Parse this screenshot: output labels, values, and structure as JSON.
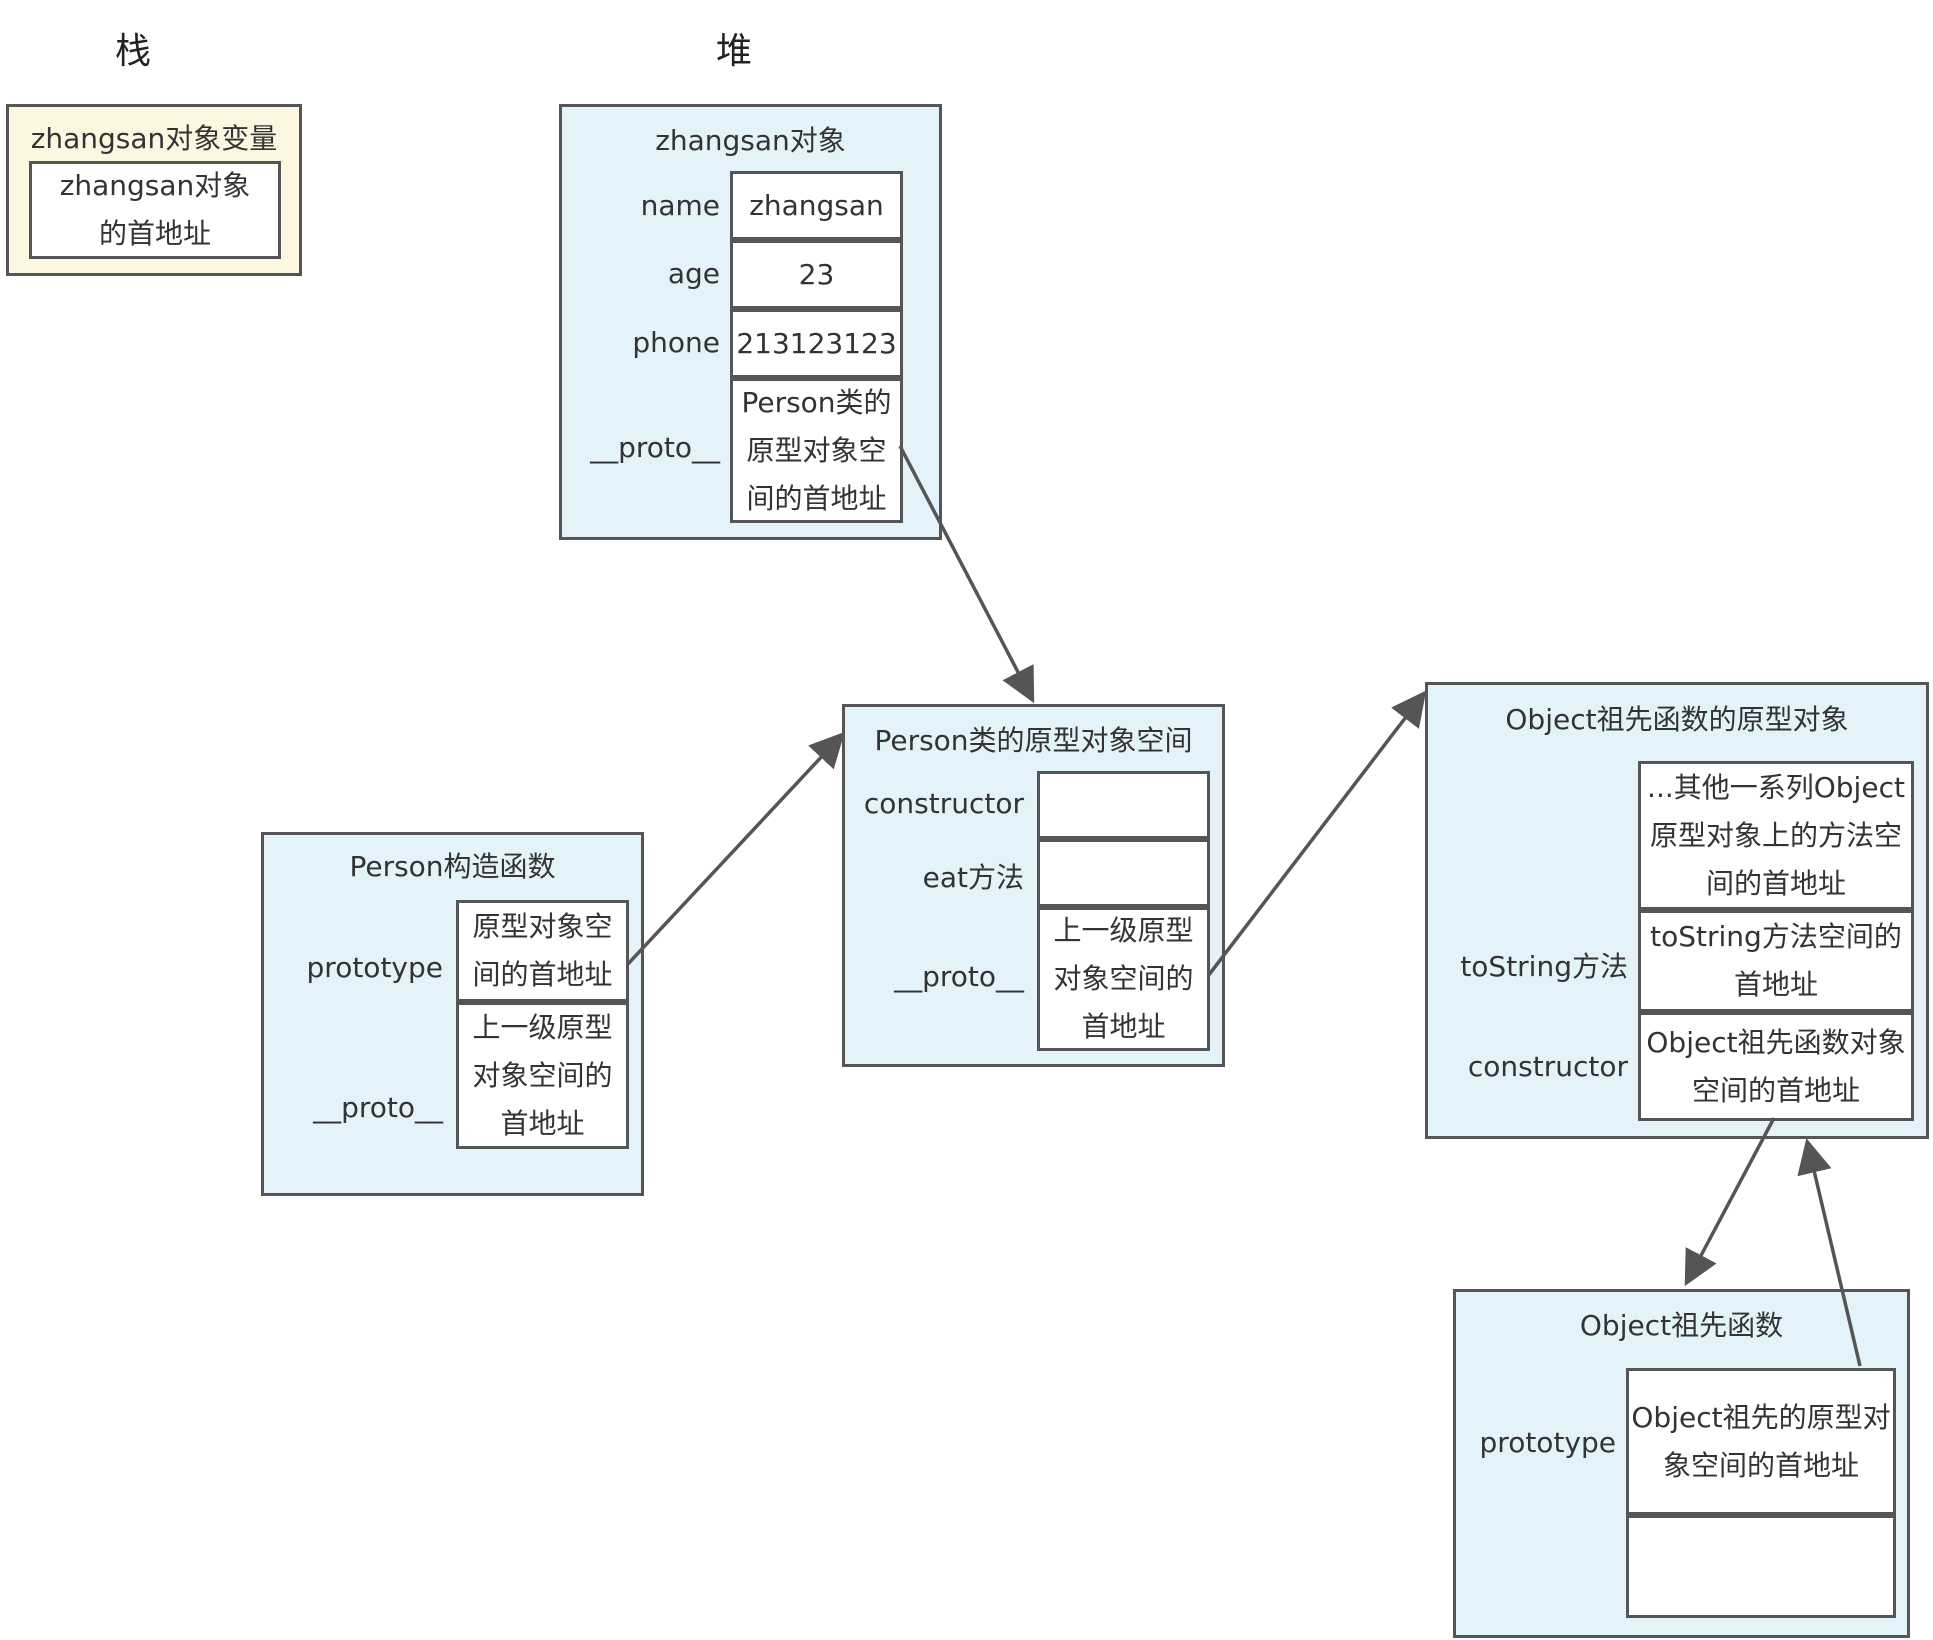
{
  "sections": {
    "stack_label": "栈",
    "heap_label": "堆"
  },
  "stack_var": {
    "title": "zhangsan对象变量",
    "value": "zhangsan对象\n的首地址"
  },
  "zhangsan_obj": {
    "title": "zhangsan对象",
    "fields": [
      {
        "label": "name",
        "value": "zhangsan"
      },
      {
        "label": "age",
        "value": "23"
      },
      {
        "label": "phone",
        "value": "213123123"
      },
      {
        "label": "__proto__",
        "value": "Person类的\n原型对象空\n间的首地址"
      }
    ]
  },
  "person_ctor": {
    "title": "Person构造函数",
    "fields": [
      {
        "label": "prototype",
        "value": "原型对象空\n间的首地址"
      },
      {
        "label": "__proto__",
        "value": "上一级原型\n对象空间的\n首地址"
      }
    ]
  },
  "person_proto": {
    "title": "Person类的原型对象空间",
    "fields": [
      {
        "label": "constructor",
        "value": ""
      },
      {
        "label": "eat方法",
        "value": ""
      },
      {
        "label": "__proto__",
        "value": "上一级原型\n对象空间的\n首地址"
      }
    ]
  },
  "object_proto": {
    "title": "Object祖先函数的原型对象",
    "fields": [
      {
        "label": "",
        "value": "...其他一系列Object\n原型对象上的方法空\n间的首地址"
      },
      {
        "label": "toString方法",
        "value": "toString方法空间的\n首地址"
      },
      {
        "label": "constructor",
        "value": "Object祖先函数对象\n空间的首地址"
      }
    ]
  },
  "object_ctor": {
    "title": "Object祖先函数",
    "fields": [
      {
        "label": "prototype",
        "value": "Object祖先的原型对\n象空间的首地址"
      },
      {
        "label": "",
        "value": ""
      }
    ]
  },
  "colors": {
    "heap_fill": "#e4f3fa",
    "stack_fill": "#fdf6e1",
    "border": "#555555",
    "arrow": "#555555"
  }
}
